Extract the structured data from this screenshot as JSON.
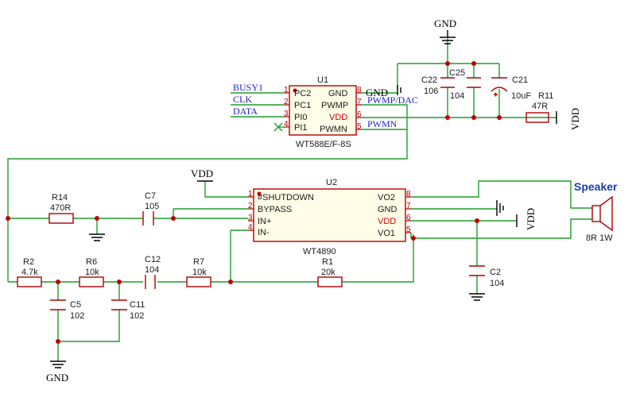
{
  "power": {
    "gnd": "GND",
    "vdd": "VDD"
  },
  "u1": {
    "ref": "U1",
    "part": "WT588E/F-8S",
    "pins": [
      {
        "num": "1",
        "name": "PC2"
      },
      {
        "num": "2",
        "name": "PC1"
      },
      {
        "num": "3",
        "name": "PI0"
      },
      {
        "num": "4",
        "name": "PI1"
      },
      {
        "num": "8",
        "name": "GND"
      },
      {
        "num": "7",
        "name": "PWMP"
      },
      {
        "num": "6",
        "name": "VDD"
      },
      {
        "num": "5",
        "name": "PWMN"
      }
    ]
  },
  "u2": {
    "ref": "U2",
    "part": "WT4890",
    "pins": [
      {
        "num": "1",
        "name": "#SHUTDOWN"
      },
      {
        "num": "2",
        "name": "BYPASS"
      },
      {
        "num": "3",
        "name": "IN+"
      },
      {
        "num": "4",
        "name": "IN-"
      },
      {
        "num": "8",
        "name": "VO2"
      },
      {
        "num": "7",
        "name": "GND"
      },
      {
        "num": "6",
        "name": "VDD"
      },
      {
        "num": "5",
        "name": "VO1"
      }
    ]
  },
  "nets": {
    "busy": "BUSY1",
    "clk": "CLK",
    "data": "DATA",
    "pwmp": "PWMP/DAC",
    "pwmn": "PWMN"
  },
  "components": {
    "c22": {
      "ref": "C22",
      "value": "106"
    },
    "c25": {
      "ref": "C25",
      "value": "104"
    },
    "c21": {
      "ref": "C21",
      "value": "10uF"
    },
    "r11": {
      "ref": "R11",
      "value": "47R"
    },
    "r14": {
      "ref": "R14",
      "value": "470R"
    },
    "c7": {
      "ref": "C7",
      "value": "105"
    },
    "r2": {
      "ref": "R2",
      "value": "4.7k"
    },
    "r6": {
      "ref": "R6",
      "value": "10k"
    },
    "c12": {
      "ref": "C12",
      "value": "104"
    },
    "r7": {
      "ref": "R7",
      "value": "10k"
    },
    "r1": {
      "ref": "R1",
      "value": "20k"
    },
    "c5": {
      "ref": "C5",
      "value": "102"
    },
    "c11": {
      "ref": "C11",
      "value": "102"
    },
    "c2": {
      "ref": "C2",
      "value": "104"
    }
  },
  "speaker": {
    "label": "Speaker",
    "rating": "8R 1W"
  },
  "colors": {
    "wire": "#1f9e2a",
    "part": "#b10000",
    "net": "#2222cc",
    "chip_fill": "#fffde8",
    "vdd_pin": "#d00000"
  }
}
